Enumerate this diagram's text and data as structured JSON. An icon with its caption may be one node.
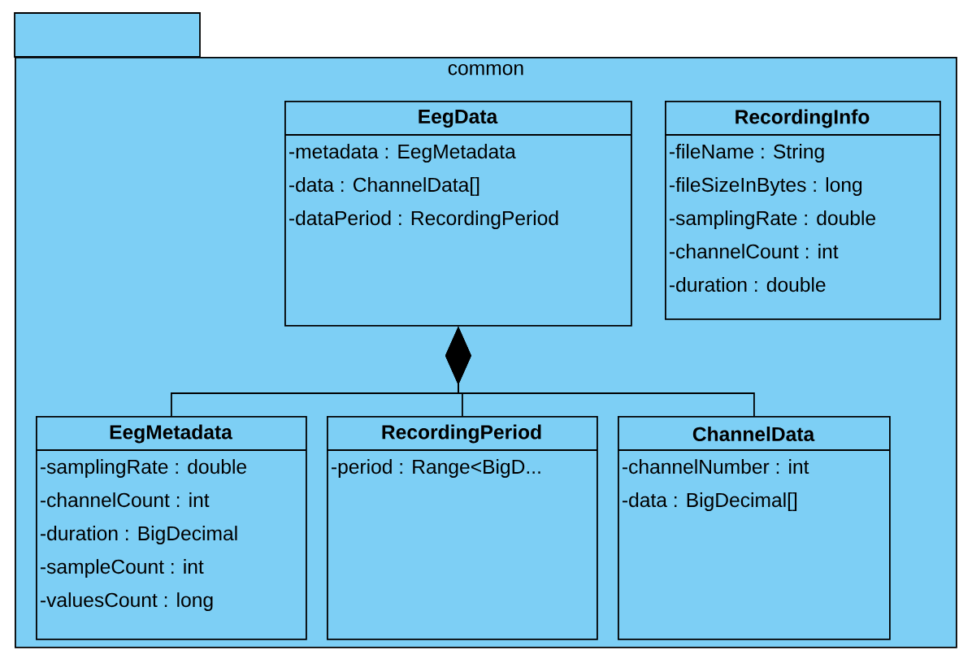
{
  "diagram": {
    "nodes": [
      {
        "text": [
          "common"
        ]
      },
      {
        "text": [
          "EegData",
          "-metadata : EegMetadata",
          "-data : ChannelData[]",
          "-dataPeriod : RecordingPeriod"
        ],
        "in": 0
      },
      {
        "text": [
          "RecordingInfo",
          "-fileName : String",
          "-fileSizeInBytes : long",
          "-samplingRate : double",
          "-channelCount : int",
          "-duration : double"
        ],
        "in": 0
      },
      {
        "text": [
          "EegMetadata",
          "-samplingRate : double",
          "-channelCount : int",
          "-duration : BigDecimal",
          "-sampleCount : int",
          "-valuesCount : long"
        ],
        "in": 0
      },
      {
        "text": [
          "RecordingPeriod",
          "-period : Range<BigD..."
        ],
        "in": 0
      },
      {
        "text": [
          "ChannelData",
          "-channelNumber : int",
          "-data : BigDecimal[]"
        ],
        "in": 0
      }
    ],
    "edges": [
      {
        "from": 3,
        "to": 1,
        "arrow": "other"
      },
      {
        "from": 4,
        "to": 1,
        "arrow": "other"
      },
      {
        "from": 5,
        "to": 1,
        "arrow": "other"
      }
    ]
  }
}
